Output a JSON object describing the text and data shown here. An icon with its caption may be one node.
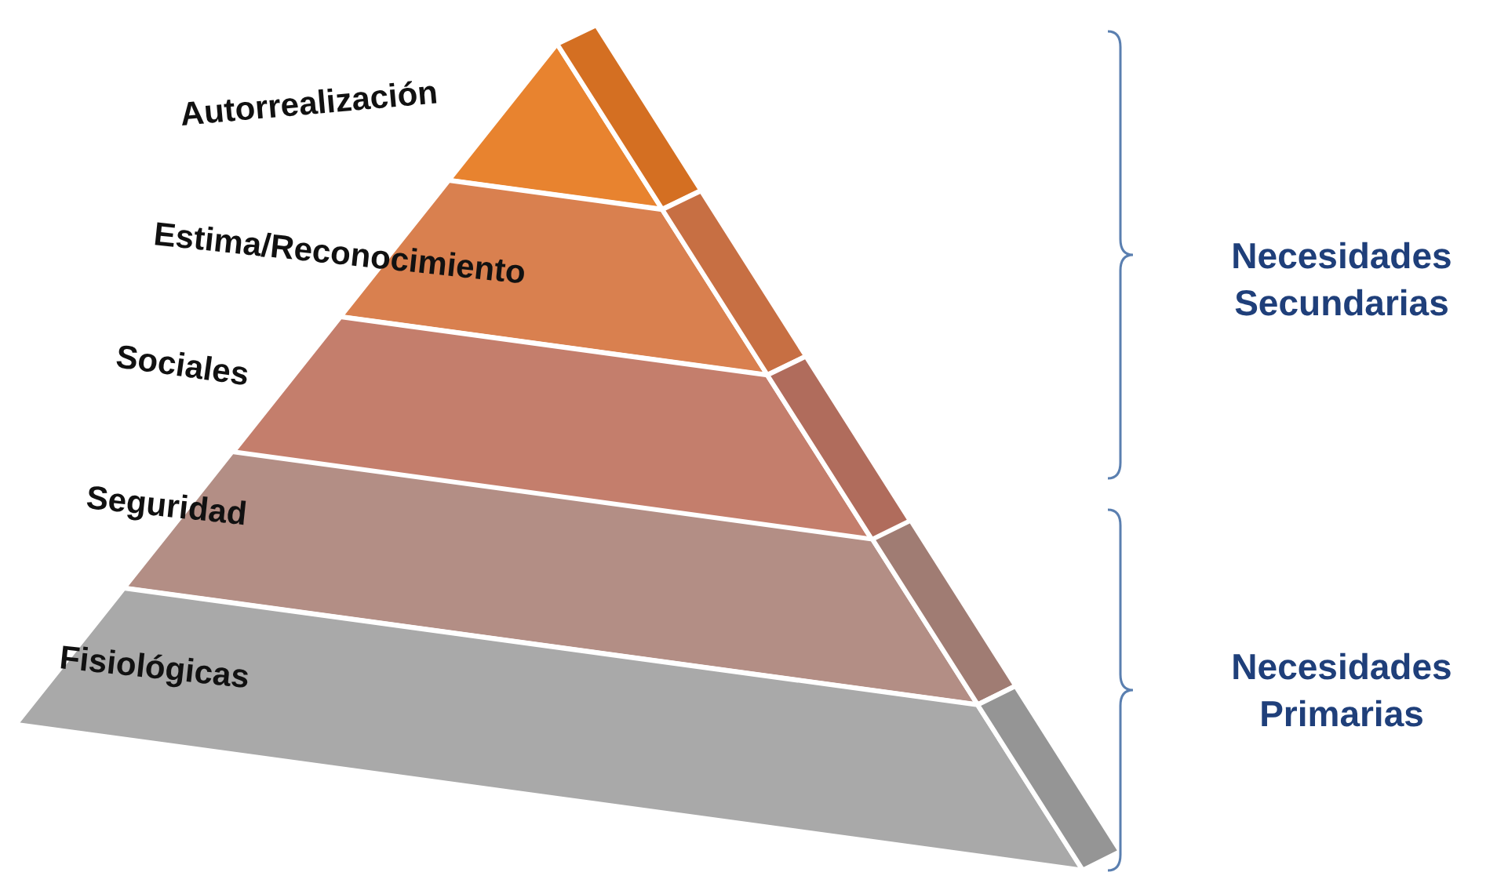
{
  "diagram": {
    "nodes": [
      {
        "text": [
          "Autorrealización"
        ]
      },
      {
        "text": [
          "Estima/Reconocimiento"
        ]
      },
      {
        "text": [
          "Sociales"
        ]
      },
      {
        "text": [
          "Seguridad"
        ]
      },
      {
        "text": [
          "Fisiológicas"
        ]
      }
    ],
    "labels": [
      "Necesidades Secundarias",
      "Necesidades Primarias"
    ]
  }
}
